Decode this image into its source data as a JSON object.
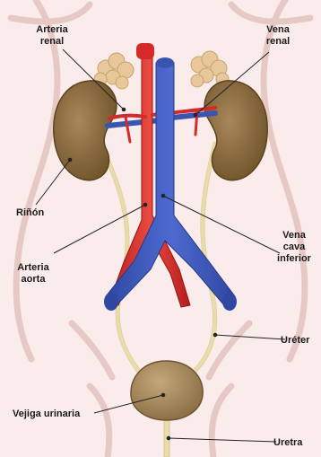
{
  "labels": {
    "arteria_renal": [
      "Arteria",
      "renal"
    ],
    "vena_renal": [
      "Vena",
      "renal"
    ],
    "rinon": "Riñón",
    "arteria_aorta": [
      "Arteria",
      "aorta"
    ],
    "vena_cava_inferior": [
      "Vena",
      "cava",
      "inferior"
    ],
    "ureter": "Uréter",
    "vejiga_urinaria": "Vejiga urinaria",
    "uretra": "Uretra"
  },
  "colors": {
    "background": "#fbecec",
    "body_outline": "#e6c9c4",
    "kidney": "#8a6a3a",
    "adrenal": "#e8c89a",
    "artery": "#d42a2a",
    "vein": "#3a55b0",
    "ureter": "#e7dcaa",
    "bladder": "#a78a5c",
    "leader_line": "#222222"
  }
}
